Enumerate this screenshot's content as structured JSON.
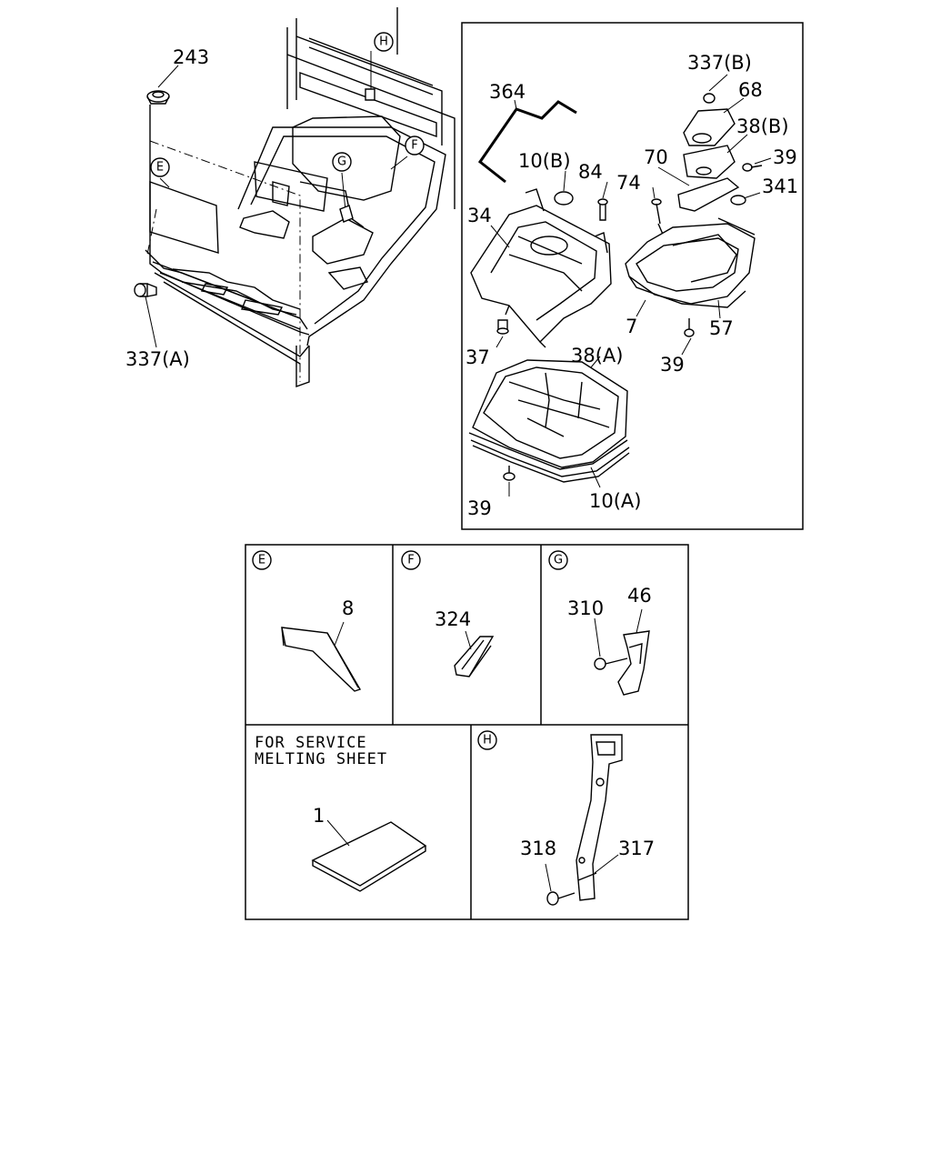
{
  "labels": {
    "p243": "243",
    "p337a": "337(A)",
    "p364": "364",
    "p337b": "337(B)",
    "p68": "68",
    "p38b": "38(B)",
    "p39_top": "39",
    "p10b": "10(B)",
    "p84": "84",
    "p70": "70",
    "p74": "74",
    "p341": "341",
    "p34": "34",
    "p7": "7",
    "p57": "57",
    "p37": "37",
    "p38a": "38(A)",
    "p39_mid": "39",
    "p39_bot": "39",
    "p10a": "10(A)",
    "p8": "8",
    "p324": "324",
    "p310": "310",
    "p46": "46",
    "p1": "1",
    "p318": "318",
    "p317": "317"
  },
  "callouts": {
    "E": "E",
    "F": "F",
    "G": "G",
    "H": "H"
  },
  "notes": {
    "service_line1": "FOR SERVICE",
    "service_line2": "MELTING SHEET"
  }
}
